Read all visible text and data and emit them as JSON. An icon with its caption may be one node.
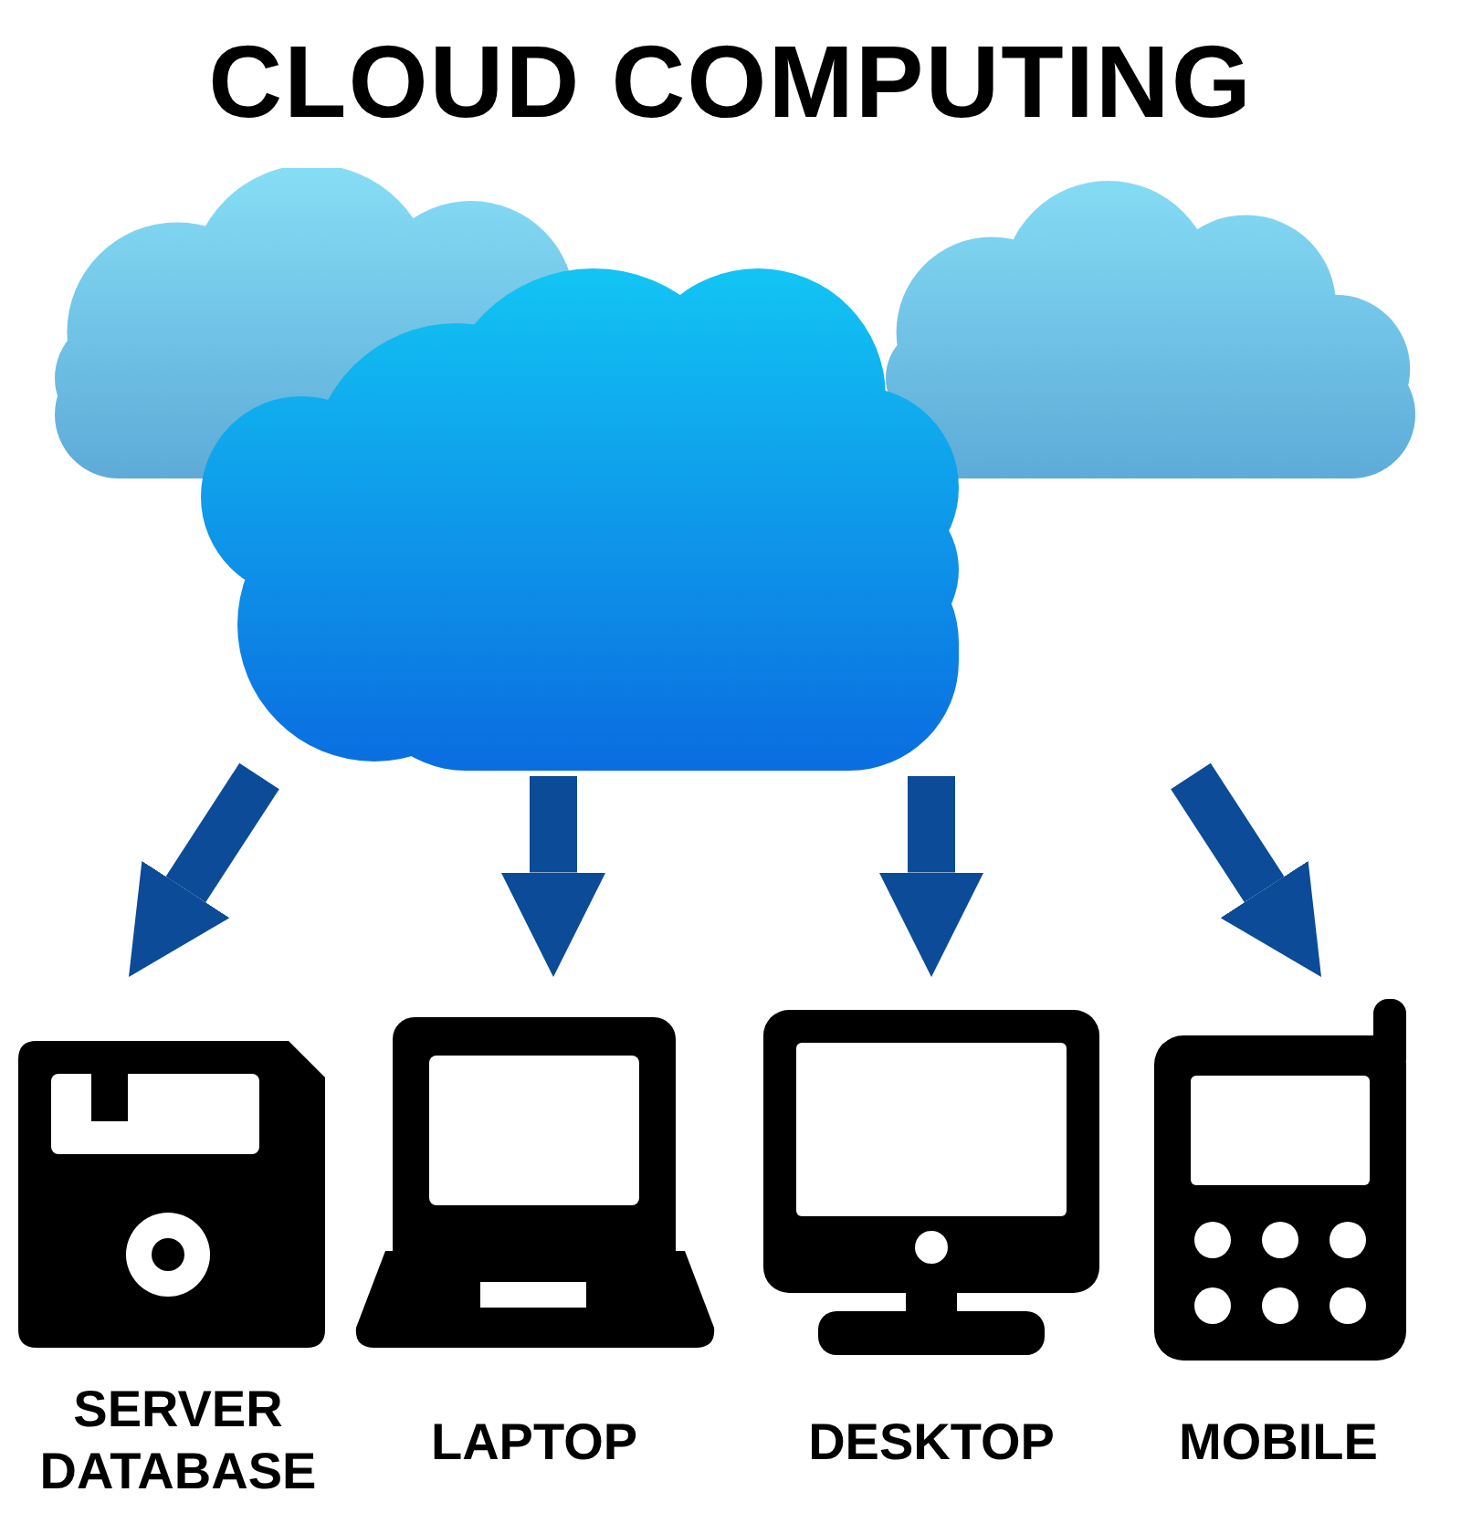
{
  "diagram": {
    "title": "CLOUD COMPUTING",
    "nodes": [
      {
        "text": [],
        "shape": "cloud"
      },
      {
        "text": [
          "SERVER DATABASE"
        ]
      },
      {
        "text": [
          "LAPTOP"
        ]
      },
      {
        "text": [
          "DESKTOP"
        ]
      },
      {
        "text": [
          "MOBILE"
        ]
      }
    ],
    "edges": [
      {
        "from": 0,
        "to": 1,
        "arrow": "to"
      },
      {
        "from": 0,
        "to": 2,
        "arrow": "to"
      },
      {
        "from": 0,
        "to": 3,
        "arrow": "to"
      },
      {
        "from": 0,
        "to": 4,
        "arrow": "to"
      }
    ]
  }
}
